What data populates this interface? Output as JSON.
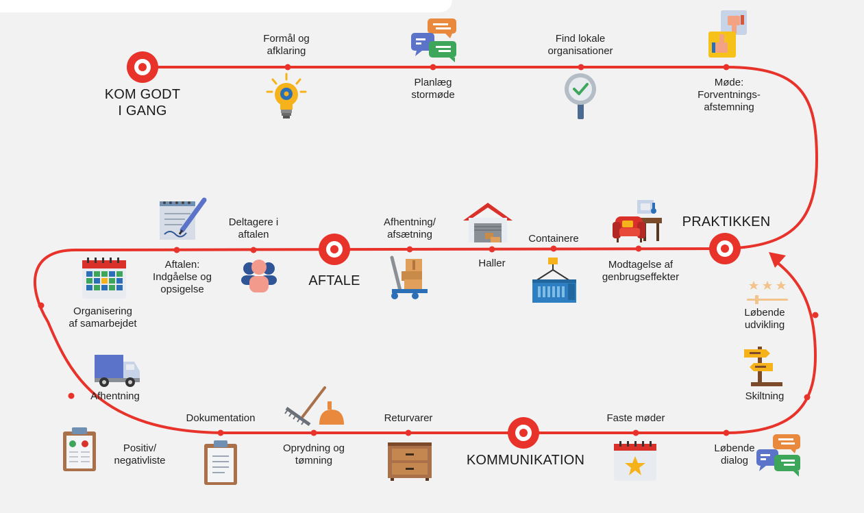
{
  "colors": {
    "track": "#e8332b",
    "background": "#f2f2f2",
    "text": "#222222"
  },
  "milestones": {
    "start": "KOM GODT\nI GANG",
    "praktik": "PRAKTIKKEN",
    "aftale": "AFTALE",
    "kommunikation": "KOMMUNIKATION"
  },
  "steps": {
    "formaal": "Formål og\nafklaring",
    "planlaeg": "Planlæg\nstormøde",
    "find": "Find lokale\norganisationer",
    "moede": "Møde:\nForventnings-\nafstemning",
    "modtagelse": "Modtagelse af\ngenbrugseffekter",
    "containere": "Containere",
    "haller": "Haller",
    "afhentning_afsaetning": "Afhentning/\nafsætning",
    "deltagere": "Deltagere i\naftalen",
    "aftalen": "Aftalen:\nIndgåelse og\nopsigelse",
    "organisering": "Organisering\naf samarbejdet",
    "afhentning": "Afhentning",
    "positiv": "Positiv/\nnegativliste",
    "dokumentation": "Dokumentation",
    "oprydning": "Oprydning og\ntømning",
    "returvarer": "Returvarer",
    "faste": "Faste møder",
    "loebende_dialog": "Løbende\ndialog",
    "skiltning": "Skiltning",
    "loebende_udvikling": "Løbende\nudvikling"
  },
  "icons": {
    "lightbulb": "lightbulb-gear-icon",
    "chat": "chat-bubbles-icon",
    "search": "magnifier-check-icon",
    "thumbs": "thumbs-up-down-icon",
    "armchair": "armchair-icon",
    "container": "shipping-container-icon",
    "warehouse": "warehouse-icon",
    "trolley": "hand-trolley-icon",
    "people": "people-group-icon",
    "notepad": "notepad-pen-icon",
    "calendar": "calendar-grid-icon",
    "truck": "truck-icon",
    "clipboard_check": "checklist-clipboard-icon",
    "clipboard_doc": "document-clipboard-icon",
    "rake": "rake-dustpan-icon",
    "drawer": "drawer-cabinet-icon",
    "calendar_star": "calendar-star-icon",
    "signpost": "signpost-icon",
    "rating": "stars-slider-icon"
  }
}
